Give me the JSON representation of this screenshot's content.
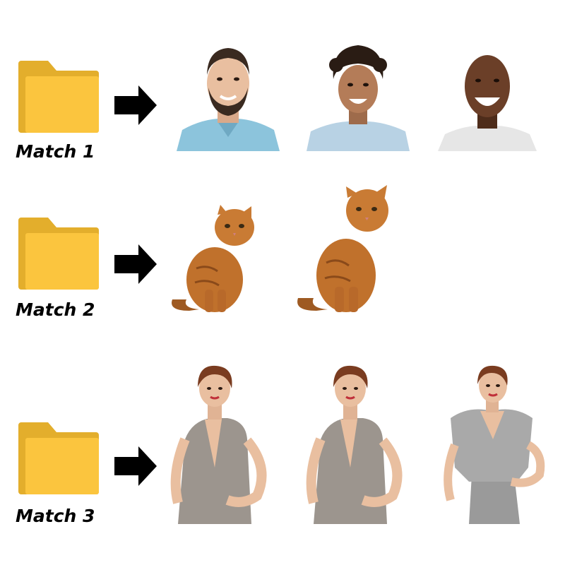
{
  "colors": {
    "folder_back": "#E3AE2C",
    "folder_front": "#FBC53E",
    "arrow": "#000000",
    "skin_light": "#E9BFA0",
    "skin_dark": "#6B3F28",
    "cat_fur": "#C0712C",
    "shirt_blue": "#8CC4DC",
    "dress_gray": "#A9A9A9"
  },
  "groups": [
    {
      "label": "Match 1",
      "icon": "folder-icon",
      "arrow": "right-arrow-icon",
      "images": [
        "man-bearded-photo",
        "man-curly-hair-photo",
        "man-smiling-bald-photo"
      ]
    },
    {
      "label": "Match 2",
      "icon": "folder-icon",
      "arrow": "right-arrow-icon",
      "images": [
        "orange-tabby-cat-photo",
        "orange-tabby-cat-photo"
      ]
    },
    {
      "label": "Match 3",
      "icon": "folder-icon",
      "arrow": "right-arrow-icon",
      "images": [
        "woman-patterned-dress-photo",
        "woman-patterned-dress-photo",
        "woman-gray-dress-photo"
      ]
    }
  ]
}
